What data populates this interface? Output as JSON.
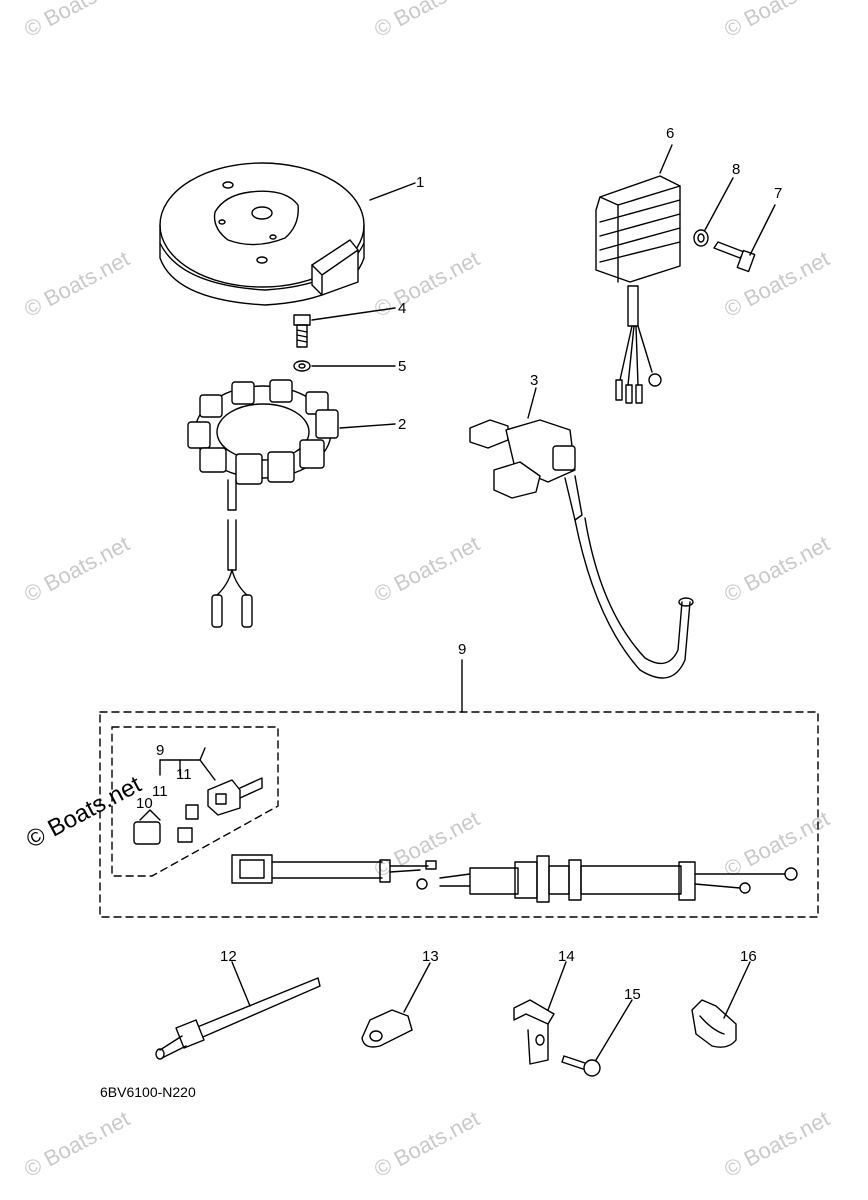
{
  "diagram": {
    "drawing_code": "6BV6100-N220",
    "brand_mark": "© Boats.net",
    "watermark_text": "© Boats.net",
    "callouts": {
      "p1": "1",
      "p2": "2",
      "p3": "3",
      "p4": "4",
      "p5": "5",
      "p6": "6",
      "p7": "7",
      "p8": "8",
      "p9": "9",
      "p9_inner": "9",
      "p10": "10",
      "p11_a": "11",
      "p11_b": "11",
      "p12": "12",
      "p13": "13",
      "p14": "14",
      "p15": "15",
      "p16": "16"
    }
  }
}
